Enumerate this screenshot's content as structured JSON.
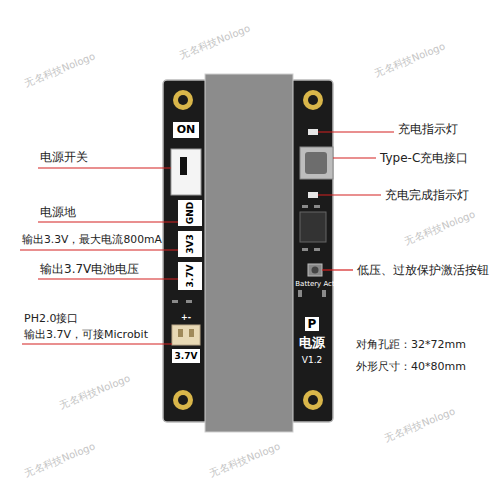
{
  "diagram": {
    "labels": [
      "ON",
      "电源开关",
      "充电指示灯",
      "Type-C充电接口",
      "充电完成指示灯",
      "电源地",
      "GND",
      "输出3.3V，最大电流800mA",
      "3V3",
      "输出3.7V电池电压",
      "3.7V",
      "低压、过放保护激活按钮",
      "Battery Act",
      "PH2.0接口",
      "输出3.7V，可接Microbit",
      "+-",
      "3.7V",
      "P",
      "电源",
      "V1.2",
      "对角孔距：32*72mm",
      "外形尺寸：40*80mm",
      "无名科技Nologo",
      "无名科技Nologo",
      "无名科技Nologo",
      "无名科技Nologo",
      "无名科技Nologo",
      "无名科技Nologo",
      "无名科技Nologo",
      "无名科技Nologo"
    ]
  }
}
